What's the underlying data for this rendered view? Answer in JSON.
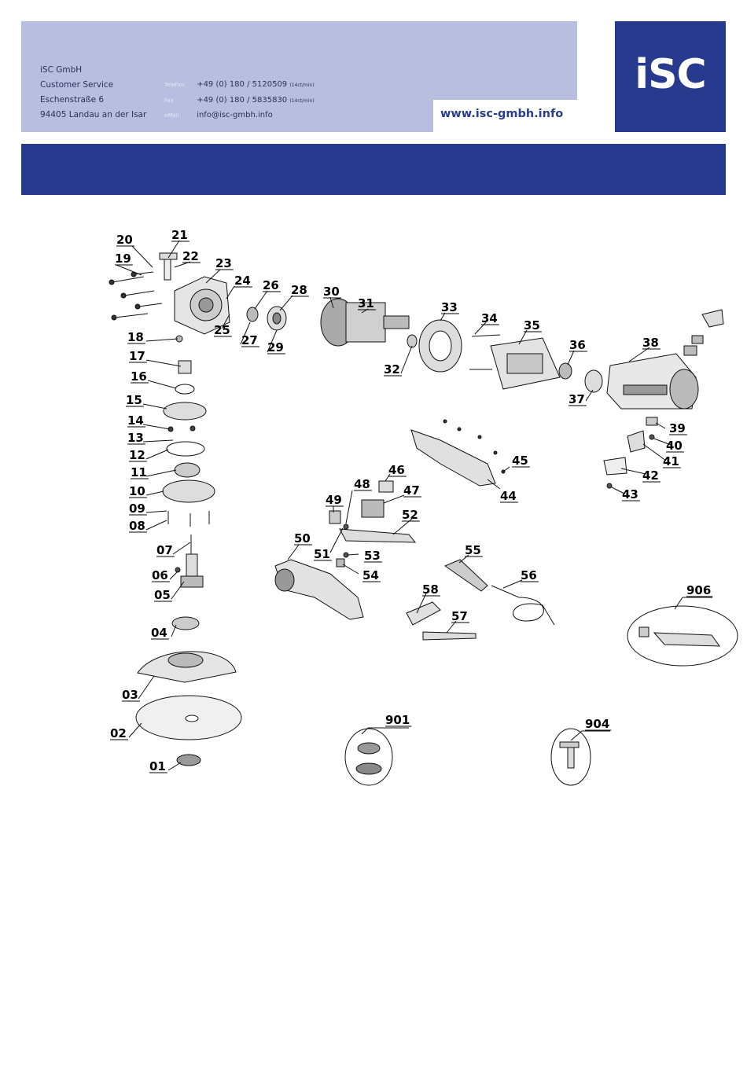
{
  "header": {
    "company": [
      "iSC GmbH",
      "Customer Service",
      "Eschenstraße 6",
      "94405 Landau an der Isar"
    ],
    "contact": [
      {
        "label": "Telefon:",
        "value": "+49 (0) 180 / 5120509",
        "note": "(14ct/min)"
      },
      {
        "label": "Fax",
        "value": "+49 (0) 180 / 5835830",
        "note": "(14ct/min)"
      },
      {
        "label": "eMail",
        "value": "info@isc-gmbh.info",
        "note": ""
      }
    ],
    "url": "www.isc-gmbh.info",
    "logo_text": "iSC"
  },
  "colors": {
    "brand_blue": "#283a8e",
    "header_band": "#b7bee0"
  },
  "diagram": {
    "labels": [
      "01",
      "02",
      "03",
      "04",
      "05",
      "06",
      "07",
      "08",
      "09",
      "10",
      "11",
      "12",
      "13",
      "14",
      "15",
      "16",
      "17",
      "18",
      "19",
      "20",
      "21",
      "22",
      "23",
      "24",
      "25",
      "26",
      "27",
      "28",
      "29",
      "30",
      "31",
      "32",
      "33",
      "34",
      "35",
      "36",
      "37",
      "38",
      "39",
      "40",
      "41",
      "42",
      "43",
      "44",
      "45",
      "46",
      "47",
      "48",
      "49",
      "50",
      "51",
      "52",
      "53",
      "54",
      "55",
      "56",
      "57",
      "58",
      "901",
      "904",
      "906"
    ]
  }
}
